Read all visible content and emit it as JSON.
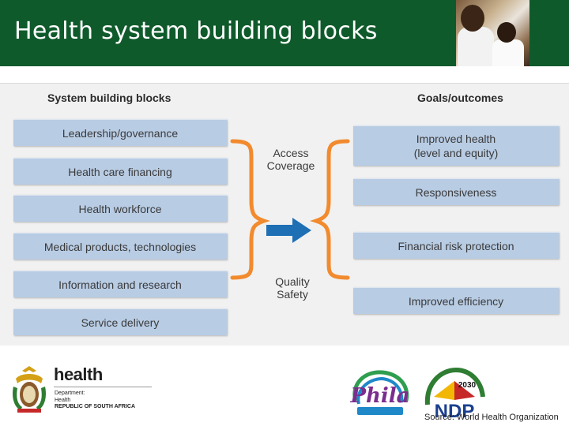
{
  "header": {
    "title": "Health system building blocks"
  },
  "diagram": {
    "left_heading": "System building blocks",
    "right_heading": "Goals/outcomes",
    "building_blocks": [
      "Leadership/governance",
      "Health care financing",
      "Health workforce",
      "Medical products, technologies",
      "Information and research",
      "Service delivery"
    ],
    "middle_top": [
      "Access",
      "Coverage"
    ],
    "middle_bottom": [
      "Quality",
      "Safety"
    ],
    "goals": [
      "Improved health",
      "(level and equity)",
      "Responsiveness",
      "Financial risk protection",
      "Improved efficiency"
    ],
    "colors": {
      "block_fill": "#b8cce4",
      "bracket": "#f28a2e",
      "arrow": "#1f6fb4",
      "header": "#0f5a2b"
    }
  },
  "footer": {
    "logo_health": "health",
    "dept_line1": "Department:",
    "dept_line2": "Health",
    "dept_line3": "REPUBLIC OF SOUTH AFRICA",
    "phila_logo": "Phila",
    "ndp_logo": "NDP",
    "ndp_year": "2030",
    "source": "Source: World Health Organization"
  }
}
